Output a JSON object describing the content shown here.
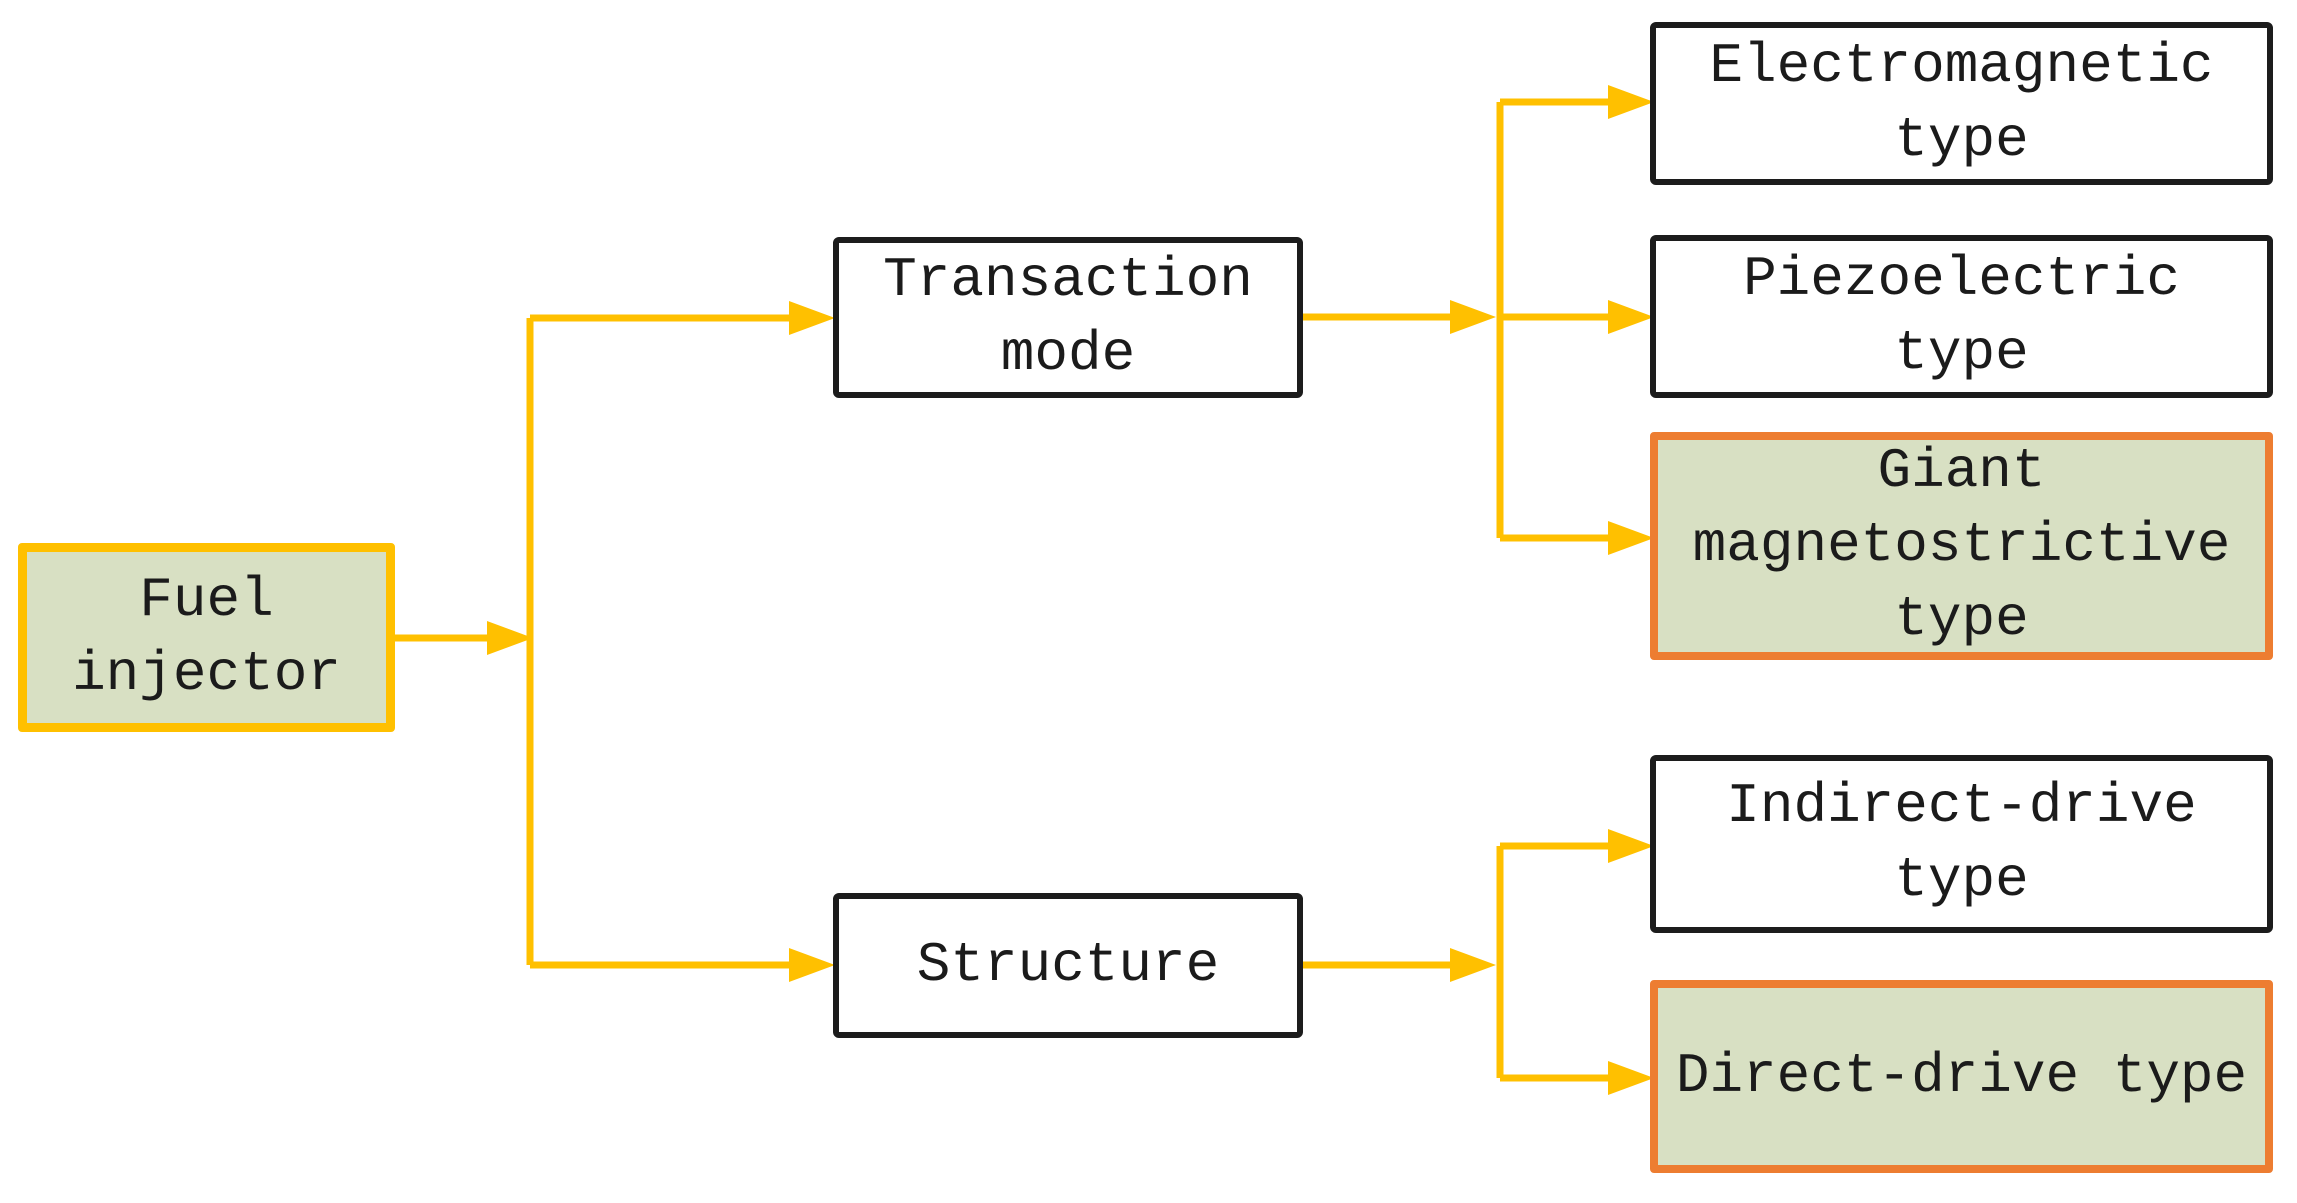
{
  "colors": {
    "background": "#ffffff",
    "text": "#1b1b1b",
    "node_border": "#1c1c1c",
    "node_fill": "#ffffff",
    "highlight_fill": "#d8e0c3",
    "root_border": "#ffc000",
    "highlight_border": "#ed7d31",
    "connector": "#ffc000"
  },
  "nodes": {
    "root": {
      "label": "Fuel\ninjector",
      "highlighted": true
    },
    "transaction_mode": {
      "label": "Transaction\nmode",
      "highlighted": false
    },
    "structure": {
      "label": "Structure",
      "highlighted": false
    },
    "electromagnetic": {
      "label": "Electromagnetic\ntype",
      "highlighted": false
    },
    "piezoelectric": {
      "label": "Piezoelectric\ntype",
      "highlighted": false
    },
    "giant_magnetostrictive": {
      "label": "Giant\nmagnetostrictive\ntype",
      "highlighted": true
    },
    "indirect_drive": {
      "label": "Indirect-drive\ntype",
      "highlighted": false
    },
    "direct_drive": {
      "label": "Direct-drive type",
      "highlighted": true
    }
  },
  "edges": [
    {
      "from": "Fuel injector",
      "to": "Transaction mode"
    },
    {
      "from": "Fuel injector",
      "to": "Structure"
    },
    {
      "from": "Transaction mode",
      "to": "Electromagnetic type"
    },
    {
      "from": "Transaction mode",
      "to": "Piezoelectric type"
    },
    {
      "from": "Transaction mode",
      "to": "Giant magnetostrictive type"
    },
    {
      "from": "Structure",
      "to": "Indirect-drive type"
    },
    {
      "from": "Structure",
      "to": "Direct-drive type"
    }
  ]
}
